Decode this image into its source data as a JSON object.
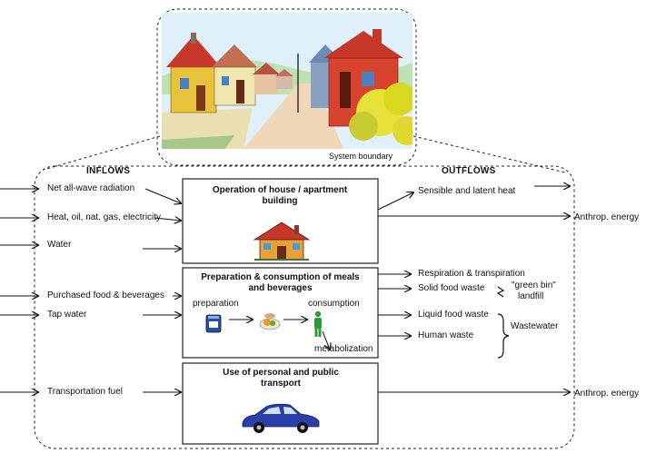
{
  "scene": {
    "caption": "System boundary"
  },
  "headers": {
    "inflows": "INFLOWS",
    "outflows": "OUTFLOWS"
  },
  "inflows": {
    "radiation": "Net all-wave radiation",
    "energy": "Heat, oil, nat. gas, electricity",
    "water": "Water",
    "food": "Purchased food & beverages",
    "tap_water": "Tap water",
    "fuel": "Transportation fuel"
  },
  "processes": {
    "house": "Operation of house / apartment building",
    "meals": "Preparation & consumption of meals and beverages",
    "transport": "Use of personal and public transport"
  },
  "meal_steps": {
    "preparation": "preparation",
    "consumption": "consumption",
    "metabolization": "metabolization"
  },
  "outflows": {
    "heat": "Sensible and latent heat",
    "anthrop_energy_1": "Anthrop. energy",
    "respiration": "Respiration & transpiration",
    "solid_waste": "Solid food waste",
    "green_bin": "\"green bin\"",
    "landfill": "landfill",
    "liquid_waste": "Liquid food waste",
    "human_waste": "Human waste",
    "wastewater": "Wastewater",
    "anthrop_energy_2": "Anthrop. energy"
  },
  "colors": {
    "house_wall_yellow": "#e8c23a",
    "house_roof_red": "#c8382a",
    "sky": "#dff0fa",
    "tree_yellow": "#e6e23a",
    "car_blue": "#2a3fa8",
    "person_green": "#2e9a3a"
  }
}
